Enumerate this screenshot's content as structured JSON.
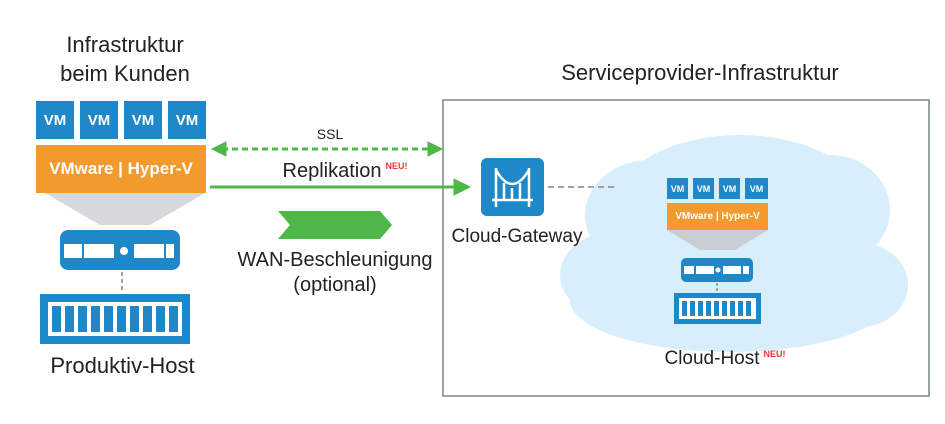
{
  "left": {
    "title_line1": "Infrastruktur",
    "title_line2": "beim Kunden",
    "vms": [
      "VM",
      "VM",
      "VM",
      "VM"
    ],
    "hypervisor": "VMware | Hyper-V",
    "host_label": "Produktiv-Host"
  },
  "middle": {
    "ssl_label": "SSL",
    "replication_label": "Replikation",
    "replication_badge": "NEU!",
    "wan_line1": "WAN-Beschleunigung",
    "wan_line2": "(optional)"
  },
  "right": {
    "title": "Serviceprovider-Infrastruktur",
    "gateway_label": "Cloud-Gateway",
    "vms": [
      "VM",
      "VM",
      "VM",
      "VM"
    ],
    "hypervisor": "VMware | Hyper-V",
    "host_label": "Cloud-Host",
    "host_badge": "NEU!"
  },
  "colors": {
    "vm_blue": "#1e88c8",
    "hypervisor_orange": "#f39a2e",
    "arrow_green": "#4db848",
    "cloud_fill": "#d8eefb",
    "box_border": "#9aa3a8"
  }
}
